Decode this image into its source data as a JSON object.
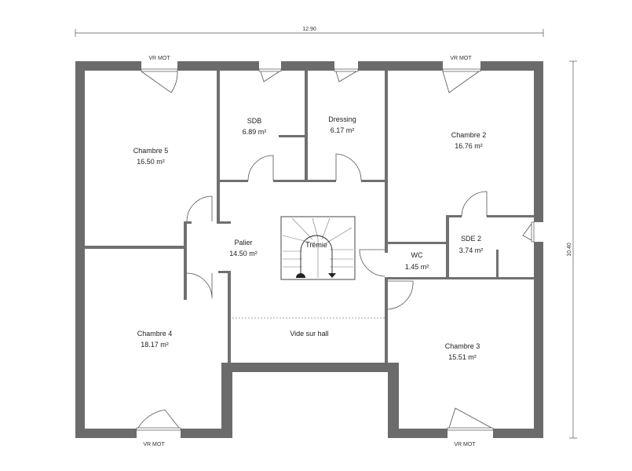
{
  "dimensions": {
    "width": "12.90",
    "height": "10.40"
  },
  "windows": {
    "top_left": "VR MOT",
    "top_right": "VR MOT",
    "bottom_left": "VR MOT",
    "bottom_right": "VR MOT"
  },
  "rooms": {
    "chambre5": {
      "name": "Chambre 5",
      "area": "16.50 m²"
    },
    "sdb": {
      "name": "SDB",
      "area": "6.89 m²"
    },
    "dressing": {
      "name": "Dressing",
      "area": "6.17 m²"
    },
    "chambre2": {
      "name": "Chambre 2",
      "area": "16.76 m²"
    },
    "palier": {
      "name": "Palier",
      "area": "14.50 m²"
    },
    "tremie": {
      "name": "Trémie"
    },
    "wc": {
      "name": "WC",
      "area": "1.45 m²"
    },
    "sde2": {
      "name": "SDE 2",
      "area": "3.74 m²"
    },
    "chambre4": {
      "name": "Chambre 4",
      "area": "18.17 m²"
    },
    "vide": {
      "name": "Vide sur hall"
    },
    "chambre3": {
      "name": "Chambre 3",
      "area": "15.51 m²"
    }
  }
}
